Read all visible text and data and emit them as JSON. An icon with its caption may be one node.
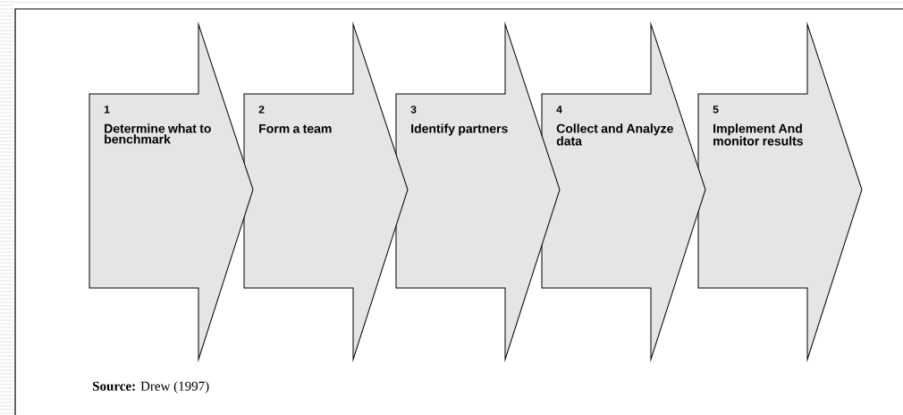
{
  "diagram": {
    "caption": "**Source:** Drew (1997)",
    "nodes": [
      {
        "text": [
          "1",
          "Determine what to benchmark"
        ]
      },
      {
        "text": [
          "2",
          "Form a team"
        ]
      },
      {
        "text": [
          "3",
          "Identify partners"
        ]
      },
      {
        "text": [
          "4",
          "Collect and Analyze data"
        ]
      },
      {
        "text": [
          "5",
          "Implement And monitor results"
        ]
      }
    ]
  }
}
